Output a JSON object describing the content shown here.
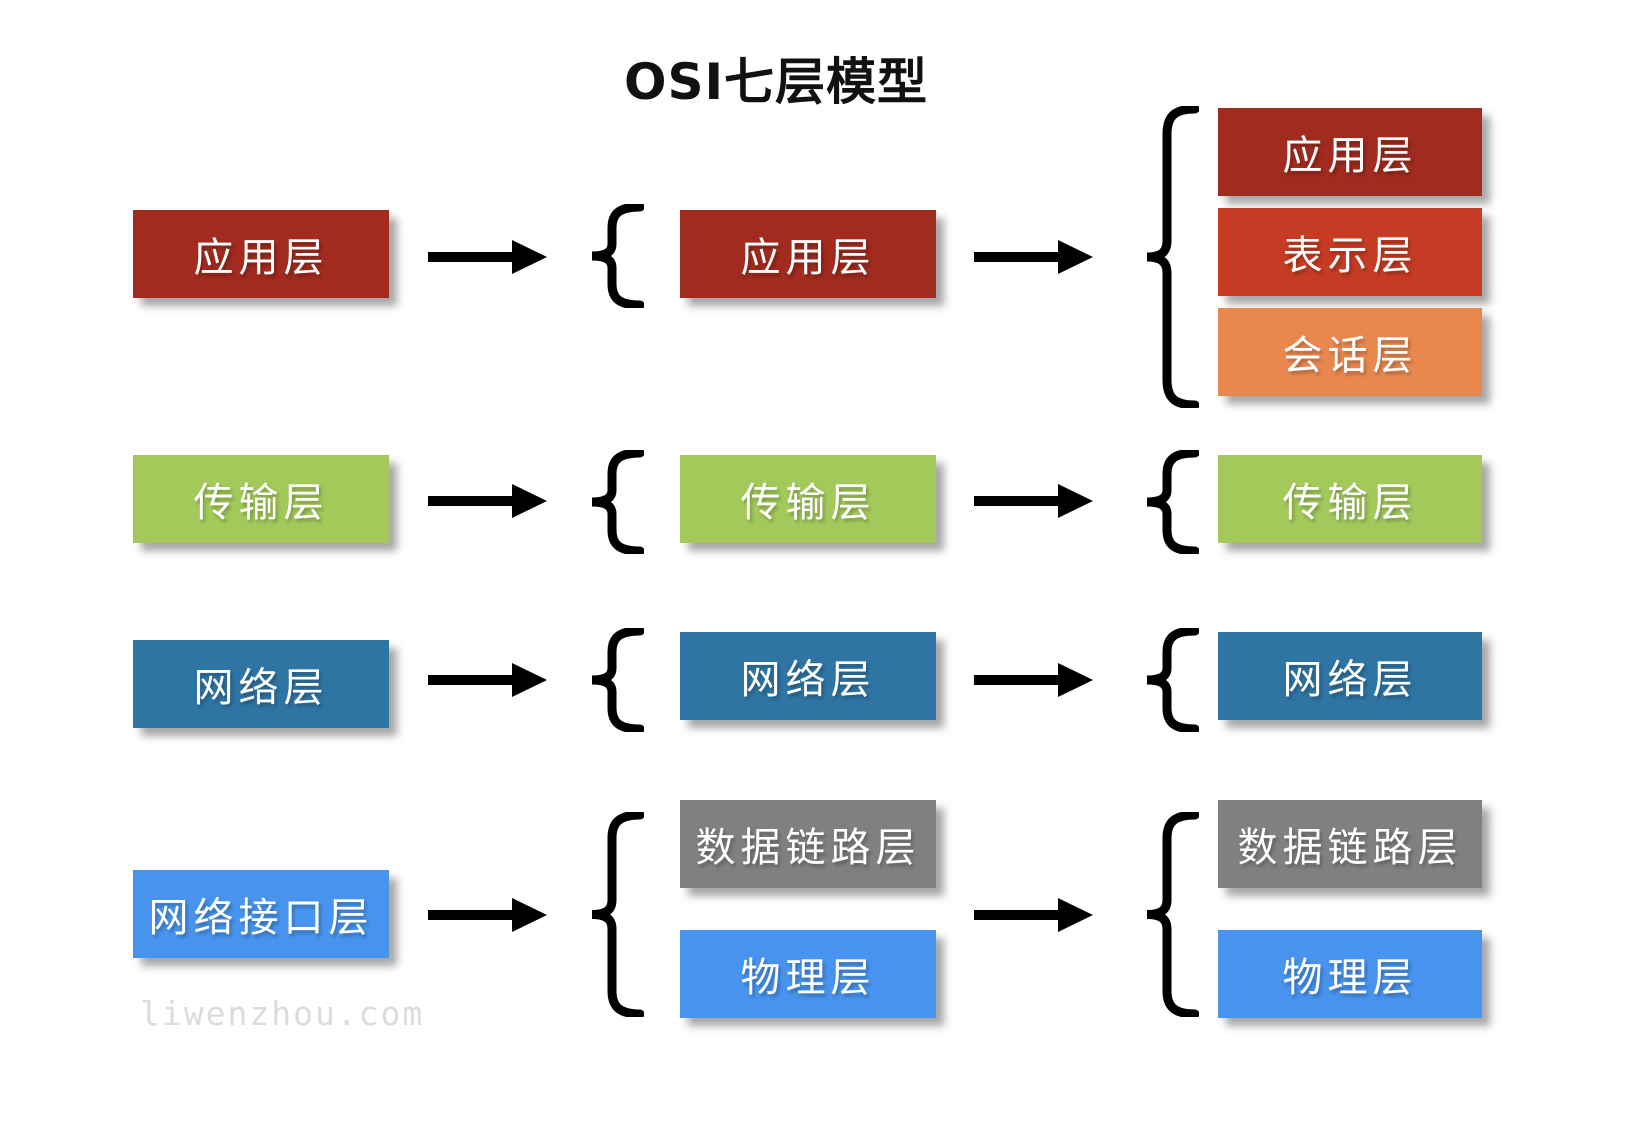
{
  "title": "OSI七层模型",
  "watermark": "liwenzhou.com",
  "colors": {
    "application_dark_red": "#A12B1E",
    "presentation_red": "#C63B23",
    "session_orange": "#E8884F",
    "transport_green": "#A3C95A",
    "network_blue": "#2E75A4",
    "datalink_gray": "#808080",
    "physical_light_blue": "#4793EE",
    "arrow_and_brace_black": "#000000",
    "title_black": "#111111",
    "watermark_gray": "#DCDCDC"
  },
  "columns": {
    "left": {
      "boxes": [
        {
          "label": "应用层",
          "color": "#A12B1E"
        },
        {
          "label": "传输层",
          "color": "#A3C95A"
        },
        {
          "label": "网络层",
          "color": "#2E75A4"
        },
        {
          "label": "网络接口层",
          "color": "#4793EE"
        }
      ]
    },
    "middle": {
      "boxes": [
        {
          "label": "应用层",
          "color": "#A12B1E"
        },
        {
          "label": "传输层",
          "color": "#A3C95A"
        },
        {
          "label": "网络层",
          "color": "#2E75A4"
        },
        {
          "label": "数据链路层",
          "color": "#808080"
        },
        {
          "label": "物理层",
          "color": "#4793EE"
        }
      ]
    },
    "right": {
      "boxes": [
        {
          "label": "应用层",
          "color": "#A12B1E"
        },
        {
          "label": "表示层",
          "color": "#C63B23"
        },
        {
          "label": "会话层",
          "color": "#E8884F"
        },
        {
          "label": "传输层",
          "color": "#A3C95A"
        },
        {
          "label": "网络层",
          "color": "#2E75A4"
        },
        {
          "label": "数据链路层",
          "color": "#808080"
        },
        {
          "label": "物理层",
          "color": "#4793EE"
        }
      ]
    }
  }
}
